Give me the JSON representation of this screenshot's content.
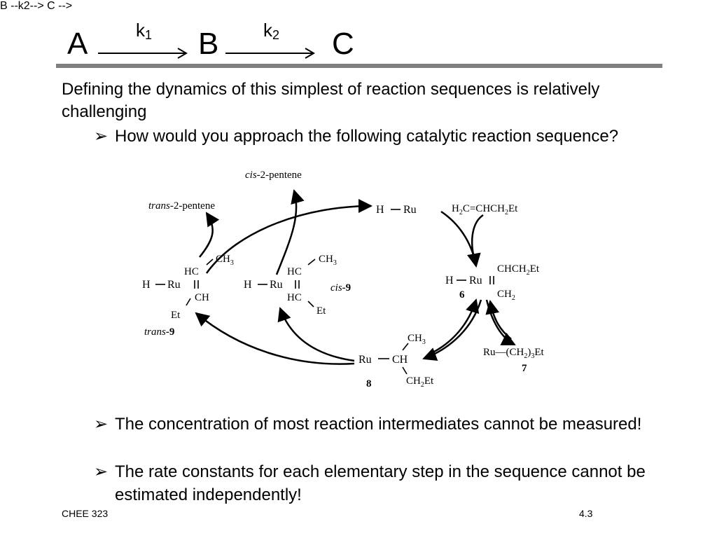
{
  "title": {
    "species": [
      "A",
      "B",
      "C"
    ],
    "rate_constants": [
      {
        "letter": "k",
        "sub": "1"
      },
      {
        "letter": "k",
        "sub": "2"
      }
    ]
  },
  "intro": "Defining the dynamics of this simplest of reaction sequences is relatively challenging",
  "bullets": [
    "How would you approach the following catalytic reaction sequence?",
    "The concentration of most reaction intermediates cannot be measured!",
    "The rate constants for each elementary step in the sequence cannot be estimated independently!"
  ],
  "bullet_mark": "➢",
  "scheme": {
    "cis_product": {
      "italic": "cis",
      "rest": "-2-pentene"
    },
    "trans_product": {
      "italic": "trans",
      "rest": "-2-pentene"
    },
    "H": "H",
    "Ru": "Ru",
    "dash": "—",
    "alkene": {
      "h": "H",
      "sub": "2",
      "rest": "C=CHCH",
      "sub2": "2",
      "tail": "Et"
    },
    "c6": {
      "top": "CHCH",
      "top_sub": "2",
      "top_tail": "Et",
      "bot": "CH",
      "bot_sub": "2",
      "label": "6"
    },
    "c7": {
      "a": "Ru—(CH",
      "sub": "2",
      "b": ")",
      "sub2": "3",
      "c": "Et",
      "label": "7"
    },
    "c8": {
      "ch": "CH",
      "ch3": "CH",
      "ch3_sub": "3",
      "ch2et": "CH",
      "ch2et_sub": "2",
      "ch2et_tail": "Et",
      "label": "8"
    },
    "cis9": {
      "hc": "HC",
      "ch3": "CH",
      "ch3_sub": "3",
      "et": "Et",
      "italic": "cis",
      "label": "-9"
    },
    "trans9": {
      "hc": "HC",
      "ch": "CH",
      "ch3": "CH",
      "ch3_sub": "3",
      "et": "Et",
      "italic": "trans",
      "label": "-9"
    }
  },
  "footer": {
    "left": "CHEE 323",
    "right": "4.3"
  },
  "colors": {
    "rule": "#808080",
    "text": "#000000",
    "background": "#ffffff"
  }
}
